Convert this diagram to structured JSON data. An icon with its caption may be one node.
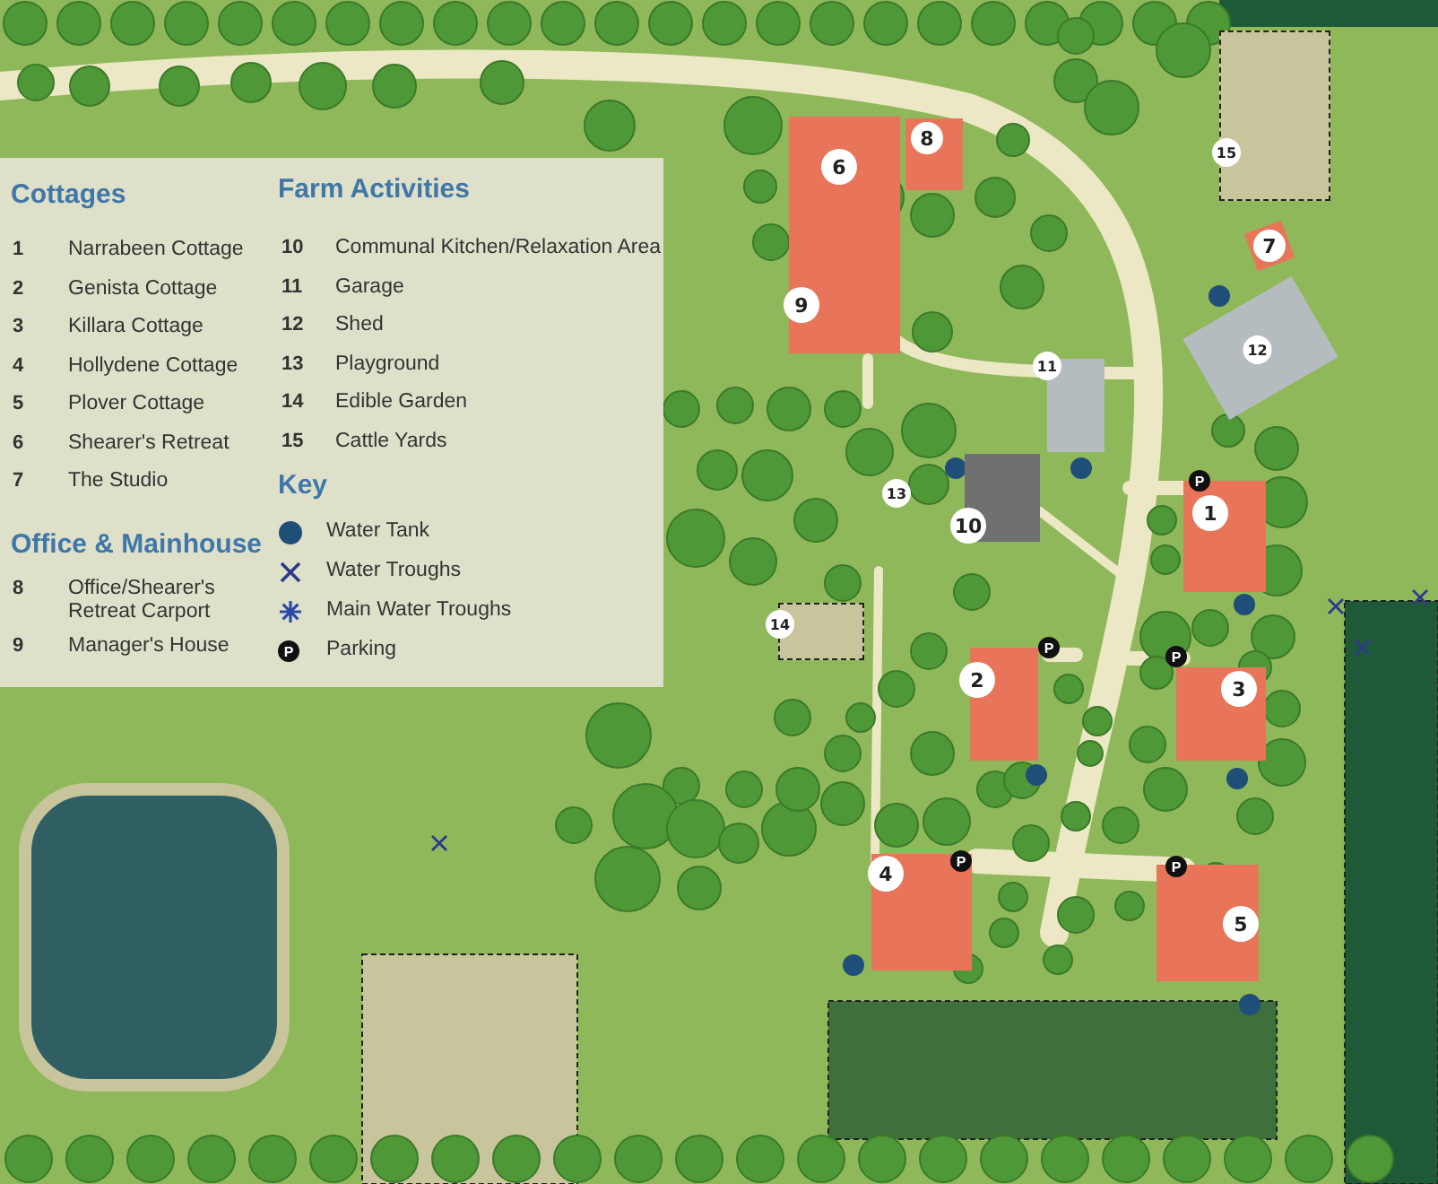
{
  "diagram": {
    "nodes": [
      {
        "text": [
          "1"
        ]
      },
      {
        "text": [
          "2"
        ]
      },
      {
        "text": [
          "3"
        ]
      },
      {
        "text": [
          "4"
        ]
      },
      {
        "text": [
          "5"
        ]
      },
      {
        "text": [
          "6"
        ]
      },
      {
        "text": [
          "7"
        ]
      },
      {
        "text": [
          "8"
        ]
      },
      {
        "text": [
          "9"
        ]
      },
      {
        "text": [
          "10"
        ]
      },
      {
        "text": [
          "11"
        ]
      },
      {
        "text": [
          "12"
        ]
      },
      {
        "text": [
          "13"
        ]
      },
      {
        "text": [
          "14"
        ]
      },
      {
        "text": [
          "15"
        ]
      }
    ],
    "labels": [
      "Cottages",
      "1",
      "Narrabeen Cottage",
      "2",
      "Genista Cottage",
      "3",
      "Killara Cottage",
      "4",
      "Hollydene Cottage",
      "5",
      "Plover Cottage",
      "6",
      "Shearer's Retreat",
      "7",
      "The Studio",
      "Office & Mainhouse",
      "8",
      "Office/Shearer's Retreat Carport",
      "9",
      "Manager's House",
      "Farm Activities",
      "10",
      "Communal Kitchen/Relaxation Area",
      "11",
      "Garage",
      "12",
      "Shed",
      "13",
      "Playground",
      "14",
      "Edible Garden",
      "15",
      "Cattle Yards",
      "Key",
      "P",
      "P",
      "P",
      "P",
      "P",
      "P"
    ],
    "legend": [
      {
        "text": "Water Tank",
        "color": "#1f4e79"
      },
      {
        "text": "Water Troughs"
      },
      {
        "text": "Main Water Troughs"
      },
      {
        "text": "Parking"
      }
    ]
  }
}
